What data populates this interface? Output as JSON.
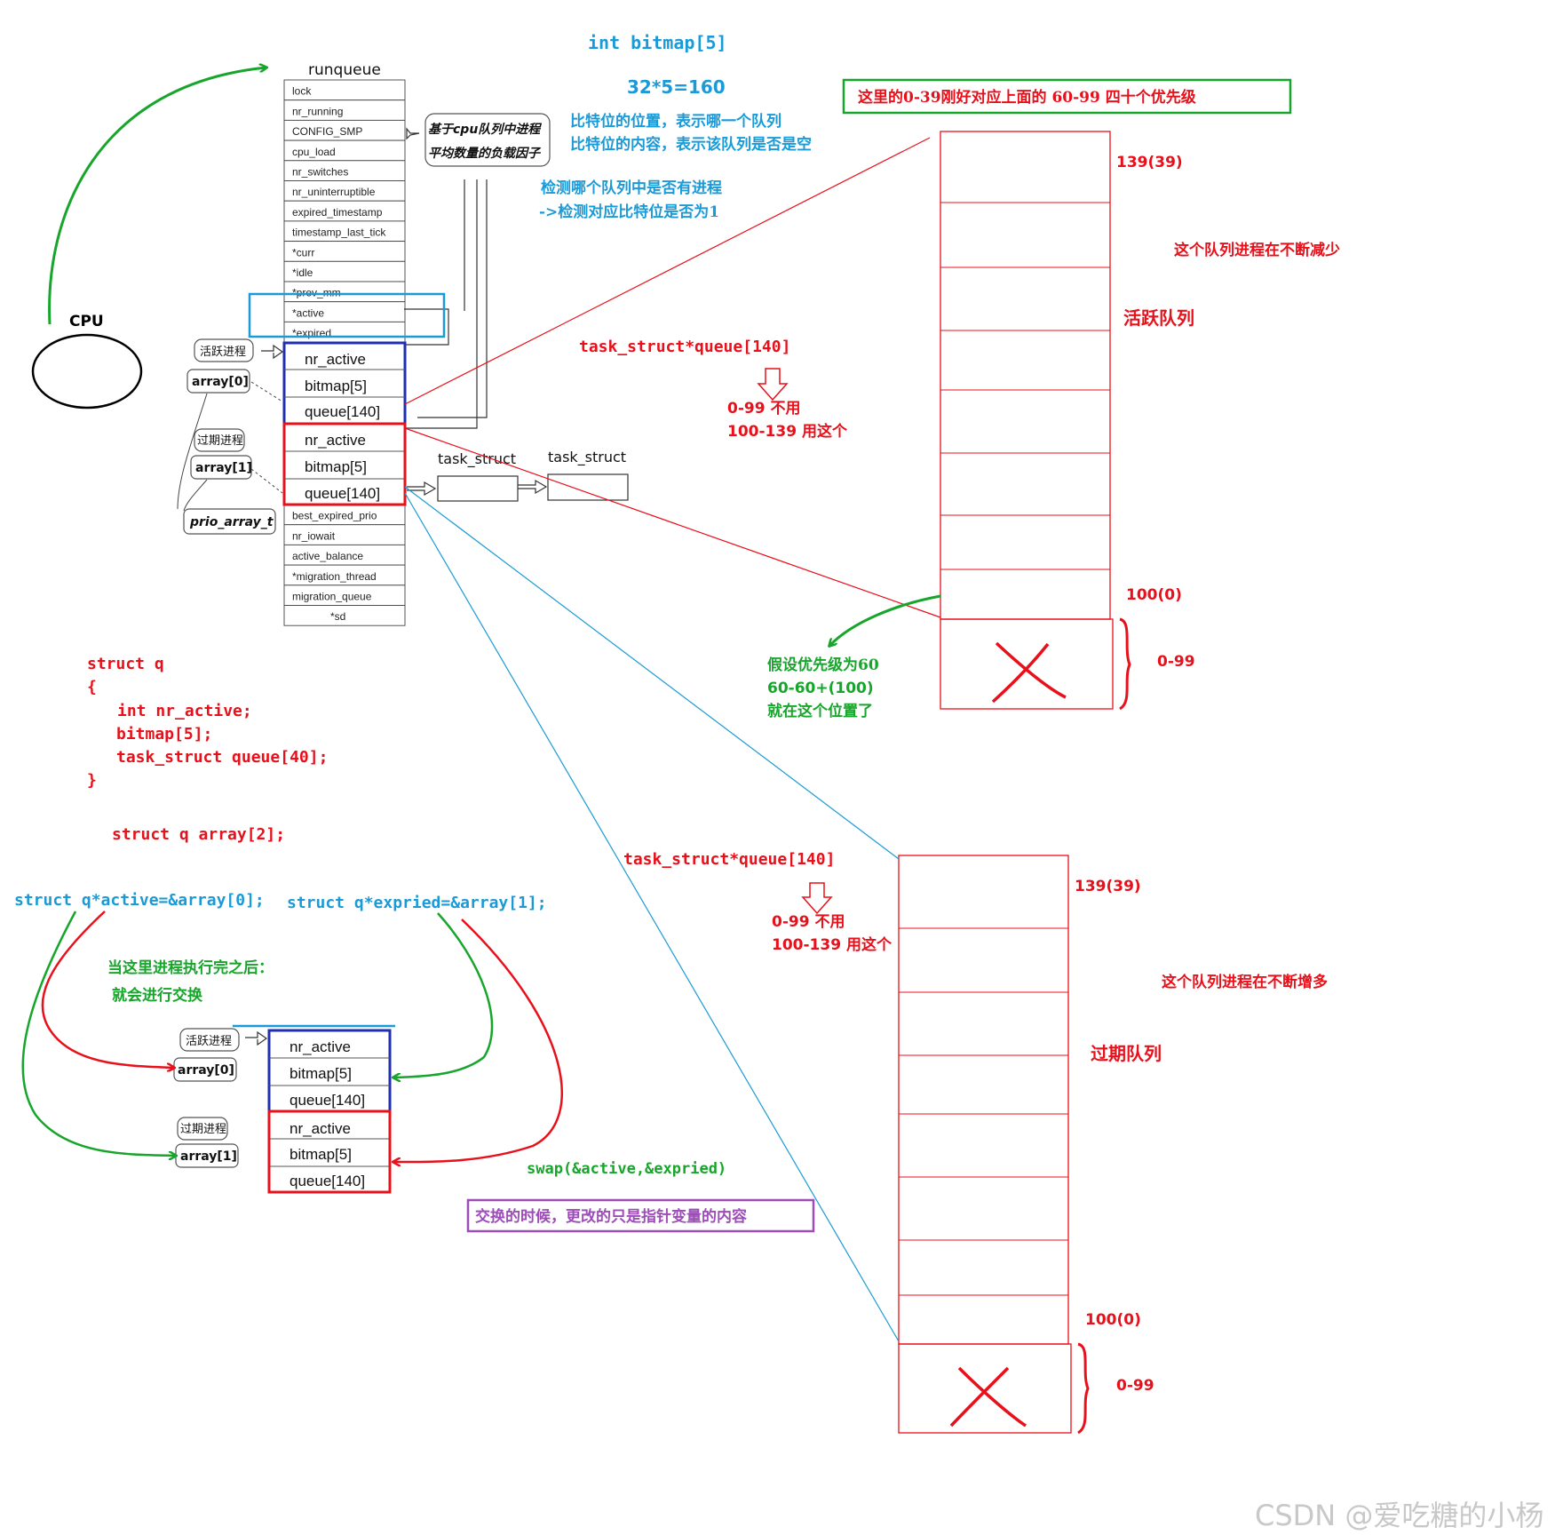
{
  "colors": {
    "red": "#e8101a",
    "blue": "#1a9ad6",
    "green": "#17a52b",
    "darkblue": "#1f2fb0",
    "purple": "#9d4db8",
    "black": "#000000"
  },
  "runqueue": {
    "title": "runqueue",
    "fields_top": [
      "lock",
      "nr_running",
      "CONFIG_SMP",
      "cpu_load",
      "nr_switches",
      "nr_uninterruptible",
      "expired_timestamp",
      "timestamp_last_tick",
      "*curr",
      "*idle",
      "*prev_mm",
      "*active",
      "*expired"
    ],
    "fields_bottom": [
      "best_expired_prio",
      "nr_iowait",
      "active_balance",
      "*migration_thread",
      "migration_queue",
      "*sd"
    ],
    "load_note": [
      "基于cpu队列中进程",
      "平均数量的负载因子"
    ]
  },
  "cpu": {
    "label": "CPU"
  },
  "prio_array": {
    "cells": [
      "nr_active",
      "bitmap[5]",
      "queue[140]"
    ],
    "active_label": "活跃进程",
    "expired_label": "过期进程",
    "array0": "array[0]",
    "array1": "array[1]",
    "type_label": "prio_array_t"
  },
  "task_structs": [
    "task_struct",
    "task_struct"
  ],
  "annotations": {
    "bitmap_decl": "int bitmap[5]",
    "bitmap_calc": "32*5=160",
    "bit_pos": "比特位的位置，表示哪一个队列",
    "bit_content": "比特位的内容，表示该队列是否是空",
    "detect1": "检测哪个队列中是否有进程",
    "detect2": "->检测对应比特位是否为1",
    "mapping_box": "这里的0-39刚好对应上面的 60-99 四十个优先级",
    "queue_decl": "task_struct*queue[140]",
    "unused": "0-99 不用",
    "used": "100-139 用这个",
    "assume1": "假设优先级为60",
    "assume2": "60-60+(100)",
    "assume3": "就在这个位置了",
    "after1": "当这里进程执行完之后：",
    "after2": "就会进行交换",
    "swap": "swap(&active,&expried)",
    "swap_note": "交换的时候，更改的只是指针变量的内容"
  },
  "struct_code": {
    "lines": [
      "struct q",
      "{",
      "int nr_active;",
      "bitmap[5];",
      "task_struct queue[40];",
      "}"
    ],
    "array_decl": "struct q array[2];",
    "active_ptr": "struct q*active=&array[0];",
    "expired_ptr": "struct q*expried=&array[1];"
  },
  "active_queue": {
    "top_label": "139(39)",
    "bottom_label": "100(0)",
    "reserved_label": "0-99",
    "trend": "这个队列进程在不断减少",
    "name": "活跃队列"
  },
  "expired_queue": {
    "top_label": "139(39)",
    "bottom_label": "100(0)",
    "reserved_label": "0-99",
    "trend": "这个队列进程在不断增多",
    "name": "过期队列"
  },
  "watermark": "CSDN @爱吃糖的小杨"
}
